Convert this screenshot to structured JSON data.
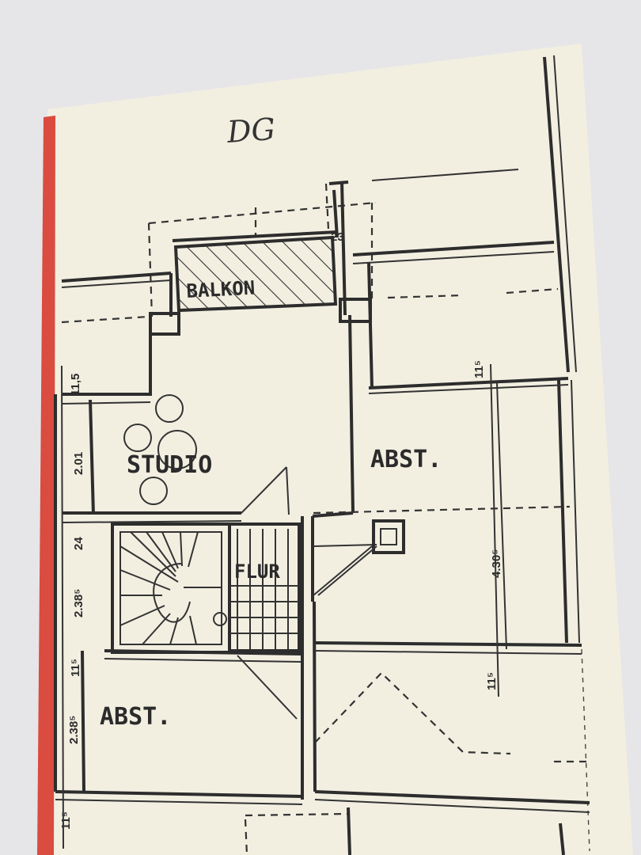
{
  "sheet": {
    "handwritten_title": "DG",
    "colors": {
      "paper": "#f2efe1",
      "background": "#e6e5e8",
      "ink": "#2d2d2d",
      "red_edge": "#d94c3f"
    }
  },
  "rooms": {
    "balkon": "BALKON",
    "studio": "STUDIO",
    "abst_right": "ABST.",
    "flur": "FLUR",
    "abst_bottom": "ABST."
  },
  "dimensions": {
    "left_115_top": "11,5",
    "left_201": "2.01",
    "left_24": "24",
    "left_2385": "2.38⁵",
    "left_115_mid": "11⁵",
    "left_2385_low": "2.38⁵",
    "left_115_bottom": "11⁵",
    "right_115_top": "11⁵",
    "right_4305": "4.30⁵",
    "right_115_bottom": "11⁵",
    "balkon_corner": "23"
  }
}
